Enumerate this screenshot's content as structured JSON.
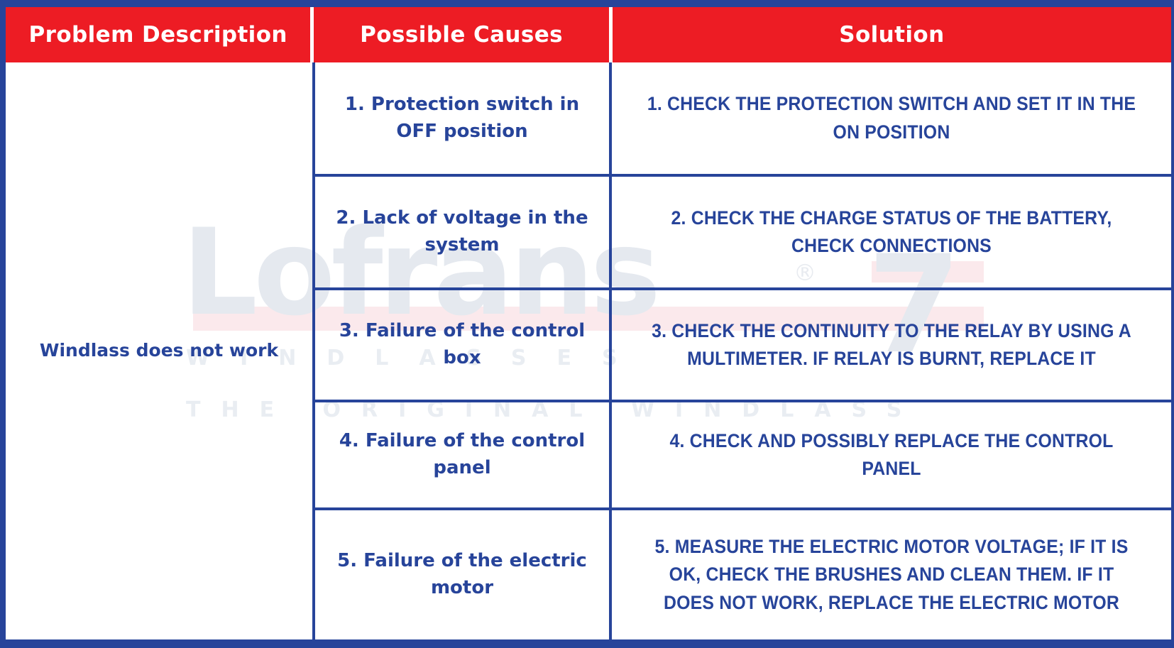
{
  "colors": {
    "header_bg": "#ed1c24",
    "header_text": "#ffffff",
    "frame": "#27449a",
    "body_text": "#27449a",
    "watermark": "#e5e9ef",
    "watermark_band": "#fbe9ec"
  },
  "table": {
    "headers": {
      "problem": "Problem Description",
      "causes": "Possible Causes",
      "solution": "Solution"
    },
    "problem": "Windlass does not work",
    "rows": [
      {
        "cause": "1. Protection switch in OFF position",
        "solution": "1. CHECK THE PROTECTION SWITCH AND SET IT IN THE ON POSITION"
      },
      {
        "cause": "2. Lack of voltage in the system",
        "solution": "2. CHECK THE CHARGE STATUS OF THE BATTERY, CHECK CONNECTIONS"
      },
      {
        "cause": "3. Failure of the control box",
        "solution": "3. CHECK THE CONTINUITY TO THE RELAY BY USING A MULTIMETER. IF RELAY IS BURNT, REPLACE IT"
      },
      {
        "cause": "4. Failure of the control panel",
        "solution": "4. CHECK AND POSSIBLY REPLACE THE CONTROL PANEL"
      },
      {
        "cause": "5. Failure of the electric motor",
        "solution": "5. MEASURE THE ELECTRIC MOTOR VOLTAGE; IF IT IS OK, CHECK THE BRUSHES AND CLEAN THEM. IF IT DOES NOT WORK, REPLACE THE ELECTRIC MOTOR"
      }
    ]
  },
  "watermark": {
    "brand": "Lofrans",
    "registered": "®",
    "mark": "7",
    "line1": "WINDLASSES",
    "line2": "THE ORIGINAL WINDLASS"
  }
}
